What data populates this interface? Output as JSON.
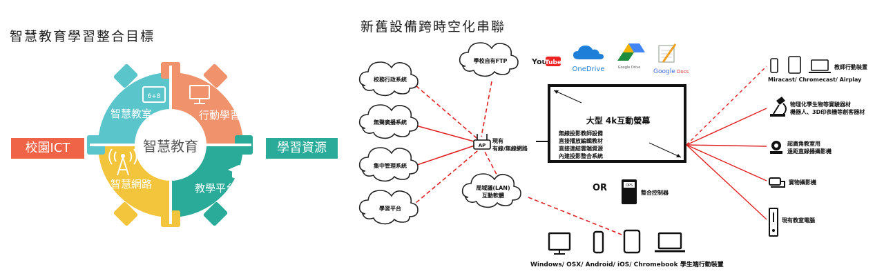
{
  "left": {
    "title": "智慧教育學習整合目標",
    "center": "智慧教育",
    "segments": {
      "classroom": "智慧教室",
      "mobile": "行動學習",
      "network": "智慧網路",
      "platform": "教學平台"
    },
    "icon_text": "6+8",
    "badge_left": "校園ICT",
    "badge_right": "學習資源",
    "colors": {
      "teal": "#5bc5cc",
      "orange": "#f0936c",
      "yellow": "#f3c53d",
      "green": "#2aab99",
      "red_badge": "#ef6347",
      "green_badge": "#2aab99"
    }
  },
  "right": {
    "title": "新舊設備跨時空化串聯",
    "clouds": {
      "admin": "校務行政系統",
      "broadcast": "無聲廣播系統",
      "central": "集中管理系統",
      "learning": "學習平台",
      "ftp": "學校自有FTP",
      "lan_line1": "局域議(LAN)",
      "lan_line2": "互動軟體"
    },
    "ap": {
      "label": "AP",
      "line1": "現有",
      "line2": "有線/無線網路"
    },
    "logos": {
      "youtube_you": "You",
      "youtube_tube": "Tube",
      "onedrive": "OneDrive",
      "google_drive": "Google Drive",
      "google": "Google",
      "docs": "Docs"
    },
    "screen": {
      "title": "大型 4k互動螢幕",
      "items": [
        "無線投影教師設備",
        "直接播放編輯教材",
        "直接連結雲端資源",
        "內建投影整合系統"
      ]
    },
    "or_label": "OR",
    "ops": {
      "label": "OPS",
      "caption": "整合控制器"
    },
    "devices": {
      "mobile_top": "教師行動裝置",
      "mobile_caption": "Miracast/ Chromecast/ Airplay",
      "microscope_line1": "物理化學生物等實驗器材",
      "microscope_line2": "機器人、3D印表機等創客器材",
      "camera_line1": "超廣角教室用",
      "camera_line2": "遠距直錄播攝影機",
      "doc_camera": "實物攝影機",
      "pc": "現有教室電腦"
    },
    "student_devices": "Windows/ OSX/ Android/ iOS/ Chromebook 學生端行動裝置"
  }
}
